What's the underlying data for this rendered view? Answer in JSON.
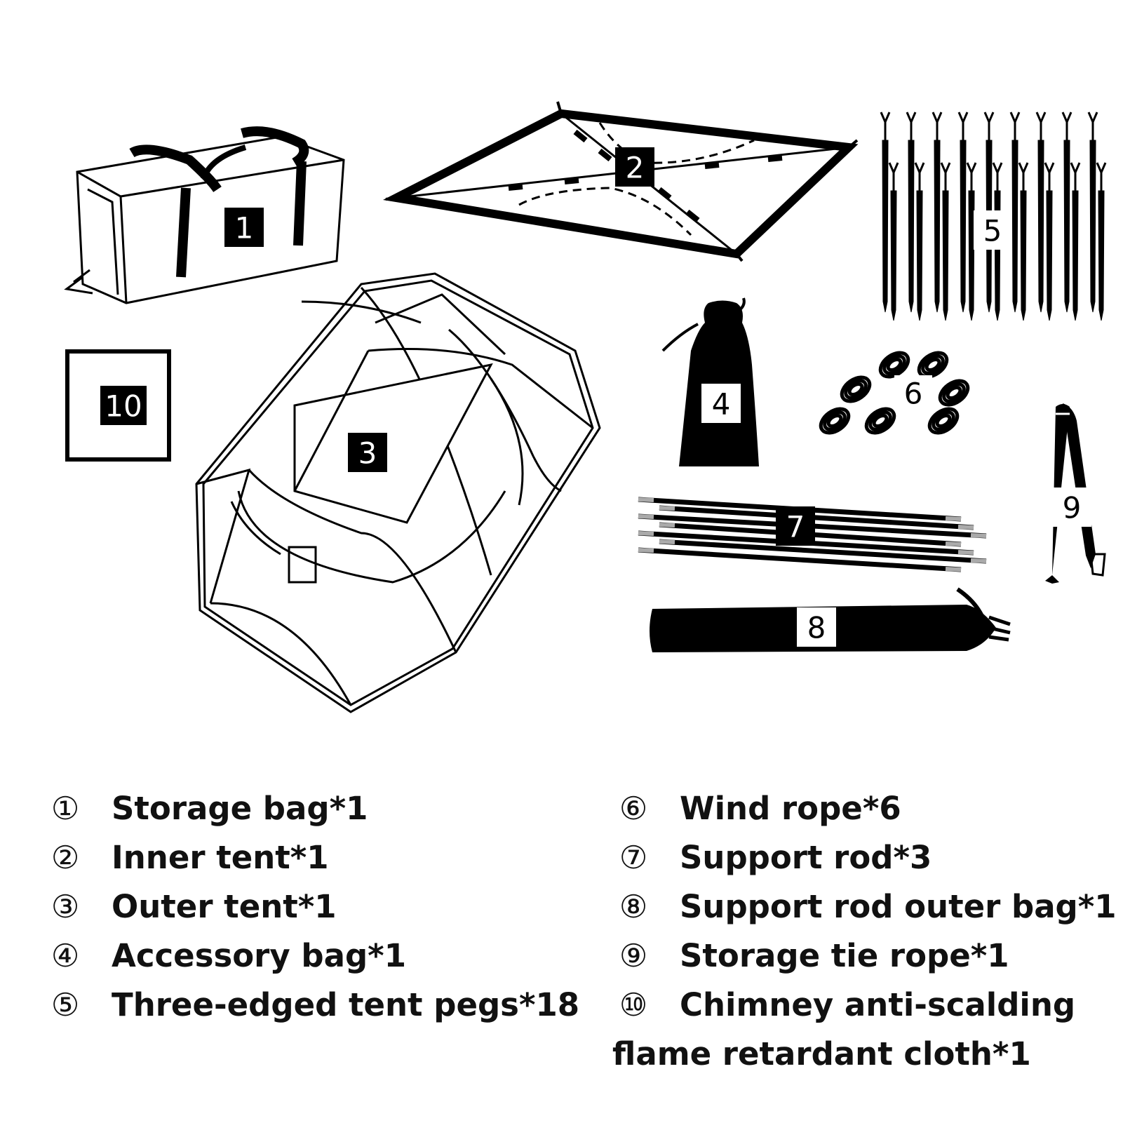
{
  "badges": {
    "b1": "1",
    "b2": "2",
    "b3": "3",
    "b4": "4",
    "b5": "5",
    "b6": "6",
    "b7": "7",
    "b8": "8",
    "b9": "9",
    "b10": "10"
  },
  "legend": {
    "left": [
      {
        "num": "①",
        "text": "Storage bag*1"
      },
      {
        "num": "②",
        "text": "Inner tent*1"
      },
      {
        "num": "③",
        "text": "Outer tent*1"
      },
      {
        "num": "④",
        "text": "Accessory bag*1"
      },
      {
        "num": "⑤",
        "text": "Three-edged tent pegs*18"
      }
    ],
    "right": [
      {
        "num": "⑥",
        "text": "Wind rope*6"
      },
      {
        "num": "⑦",
        "text": "Support rod*3"
      },
      {
        "num": "⑧",
        "text": "Support rod outer bag*1"
      },
      {
        "num": "⑨",
        "text": "Storage tie rope*1"
      },
      {
        "num": "⑩",
        "text": "Chimney anti-scalding"
      }
    ],
    "continuation": "flame retardant cloth*1"
  }
}
